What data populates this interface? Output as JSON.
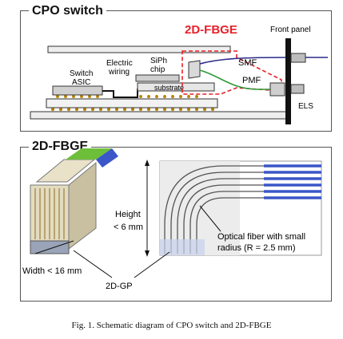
{
  "panel_top": {
    "title": "CPO switch",
    "highlight": "2D-FBGE",
    "labels": {
      "front_panel": "Front panel",
      "switch_asic_1": "Switch",
      "switch_asic_2": "ASIC",
      "electric_wiring_1": "Electric",
      "electric_wiring_2": "wiring",
      "siph_chip_1": "SiPh",
      "siph_chip_2": "chip",
      "substrate": "substrate",
      "smf": "SMF",
      "pmf": "PMF",
      "els": "ELS"
    }
  },
  "panel_bottom": {
    "title": "2D-FBGE",
    "labels": {
      "height_1": "Height",
      "height_2": "< 6 mm",
      "width": "Width < 16 mm",
      "gp": "2D-GP",
      "fiber_1": "Optical fiber with small",
      "fiber_2": "radius  (R = 2.5 mm)"
    }
  },
  "caption": "Fig. 1.  Schematic diagram of CPO switch and 2D-FBGE",
  "colors": {
    "highlight_red": "#e8202a",
    "smf_line": "#2a2a8a",
    "pmf_line": "#2f9a3a",
    "fiber_blue": "#3a56c8",
    "fiber_green": "#6dbf3a"
  }
}
